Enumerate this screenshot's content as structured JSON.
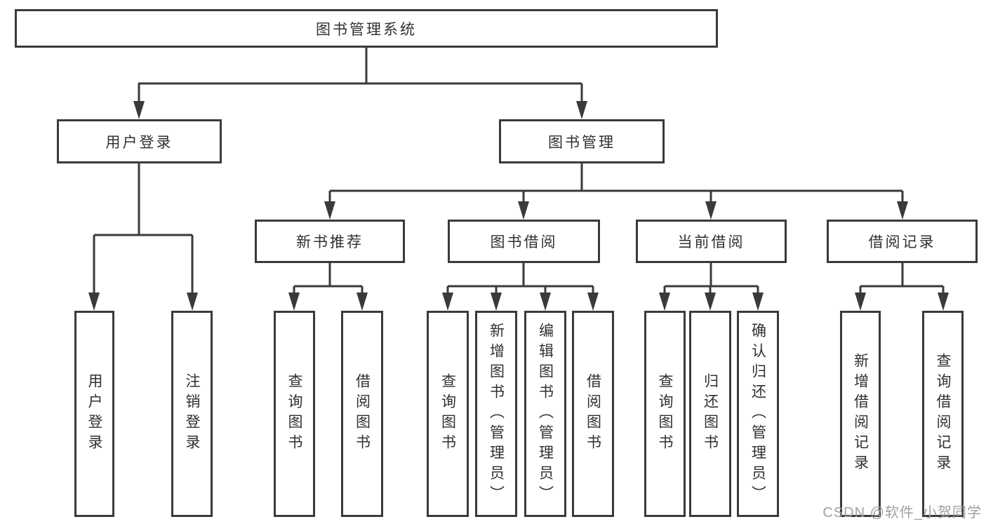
{
  "colors": {
    "line": "#3a3a3a",
    "text": "#303030",
    "background": "#ffffff",
    "watermark": "#a0a0a0"
  },
  "root": {
    "label": "图书管理系统"
  },
  "nodes": {
    "user_login": {
      "label": "用户登录",
      "children": {
        "login": "用户登录",
        "logout": "注销登录"
      }
    },
    "book_management": {
      "label": "图书管理"
    },
    "new_book_recommend": {
      "label": "新书推荐",
      "children": {
        "query_books": "查询图书",
        "borrow_books": "借阅图书"
      }
    },
    "book_borrowing": {
      "label": "图书借阅",
      "children": {
        "query_books": "查询图书",
        "add_books": "新增图书（管理员）",
        "edit_books": "编辑图书（管理员）",
        "borrow_books": "借阅图书"
      }
    },
    "current_borrowing": {
      "label": "当前借阅",
      "children": {
        "query_books": "查询图书",
        "return_books": "归还图书",
        "confirm_return": "确认归还（管理员）"
      }
    },
    "borrowing_records": {
      "label": "借阅记录",
      "children": {
        "add_record": "新增借阅记录",
        "query_record": "查询借阅记录"
      }
    }
  },
  "watermark": "CSDN @软件_小贺同学"
}
